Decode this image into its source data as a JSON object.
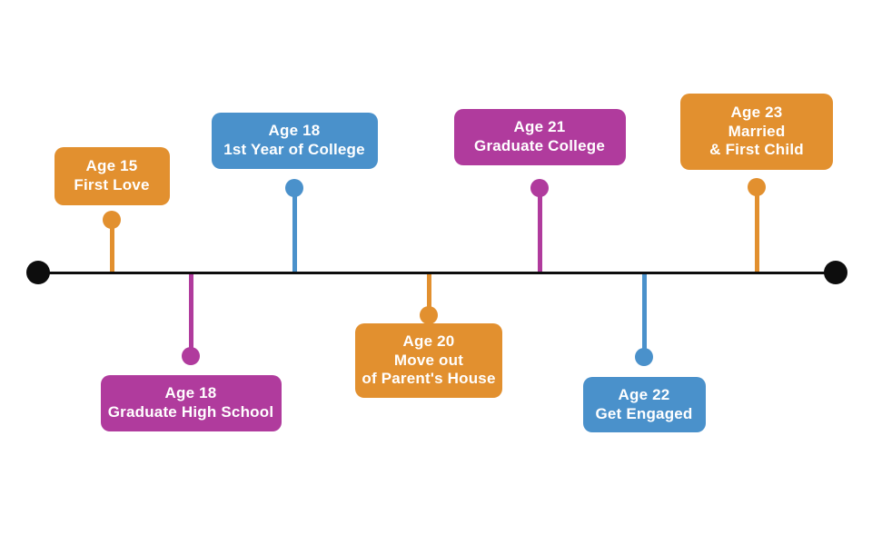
{
  "colors": {
    "orange": "#E2902F",
    "blue": "#4A91CB",
    "magenta": "#B03B9D",
    "axis": "#0D0D0D",
    "text": "#FFFFFF",
    "background": "#FFFFFF"
  },
  "events": [
    {
      "age": "Age 15",
      "title": "First Love",
      "label": "Age 15\nFirst Love",
      "color_key": "orange",
      "side": "above"
    },
    {
      "age": "Age 18",
      "title": "Graduate High School",
      "label": "Age 18\nGraduate High School",
      "color_key": "magenta",
      "side": "below"
    },
    {
      "age": "Age 18",
      "title": "1st Year of College",
      "label": "Age 18\n1st Year of College",
      "color_key": "blue",
      "side": "above"
    },
    {
      "age": "Age 20",
      "title": "Move out of Parent's House",
      "label": "Age 20\nMove out\nof Parent's House",
      "color_key": "orange",
      "side": "below"
    },
    {
      "age": "Age 21",
      "title": "Graduate College",
      "label": "Age 21\nGraduate College",
      "color_key": "magenta",
      "side": "above"
    },
    {
      "age": "Age 22",
      "title": "Get Engaged",
      "label": "Age 22\nGet Engaged",
      "color_key": "blue",
      "side": "below"
    },
    {
      "age": "Age 23",
      "title": "Married & First Child",
      "label": "Age 23\nMarried\n& First Child",
      "color_key": "orange",
      "side": "above"
    }
  ]
}
